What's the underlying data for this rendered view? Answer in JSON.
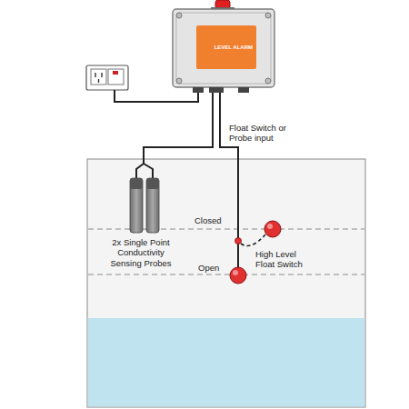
{
  "diagram": {
    "nodes": [
      {
        "text": [
          "LEVEL ALARM"
        ]
      }
    ],
    "labels": [
      "Float Switch or Probe input",
      "2x Single Point Conductivity Sensing Probes",
      "Closed",
      "Open",
      "High Level Float Switch"
    ]
  }
}
